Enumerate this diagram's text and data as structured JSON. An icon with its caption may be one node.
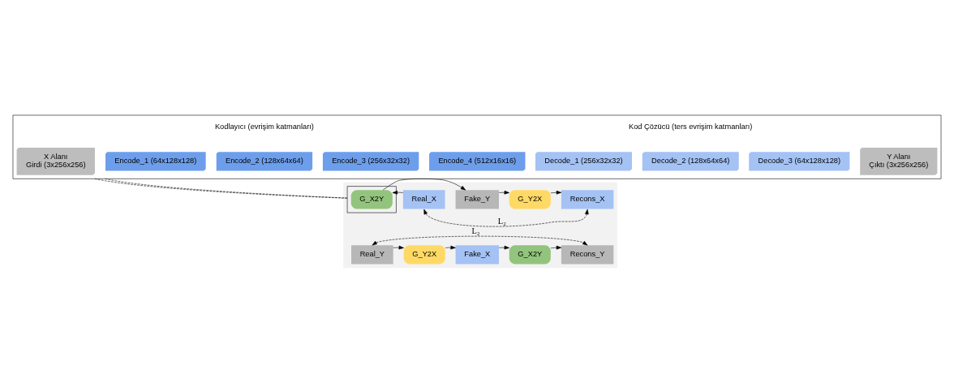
{
  "diagram": {
    "nodes": [
      {
        "text": [],
        "shape": "box"
      },
      {
        "text": [
          "X Alanı",
          "Girdi (3x256x256)"
        ],
        "in": 0
      },
      {
        "text": [
          "Encode_1 (64x128x128)"
        ],
        "in": 0
      },
      {
        "text": [
          "Encode_2 (128x64x64)"
        ],
        "in": 0
      },
      {
        "text": [
          "Encode_3 (256x32x32)"
        ],
        "in": 0
      },
      {
        "text": [
          "Encode_4 (512x16x16)"
        ],
        "in": 0
      },
      {
        "text": [
          "Decode_1 (256x32x32)"
        ],
        "in": 0
      },
      {
        "text": [
          "Decode_2 (128x64x64)"
        ],
        "in": 0
      },
      {
        "text": [
          "Decode_3 (64x128x128)"
        ],
        "in": 0
      },
      {
        "text": [
          "Y Alanı",
          "Çıktı (3x256x256)"
        ],
        "in": 0
      },
      {
        "text": [],
        "shape": "box"
      },
      {
        "text": [
          "Real_X"
        ],
        "in": 10
      },
      {
        "text": [],
        "shape": "box",
        "in": 10
      },
      {
        "text": [
          "G_X2Y"
        ],
        "in": 12
      },
      {
        "text": [
          "Fake_Y"
        ],
        "in": 10
      },
      {
        "text": [
          "G_Y2X"
        ],
        "in": 10
      },
      {
        "text": [
          "Recons_X"
        ],
        "in": 10
      },
      {
        "text": [
          "Real_Y"
        ],
        "in": 10
      },
      {
        "text": [
          "G_Y2X"
        ],
        "in": 10
      },
      {
        "text": [
          "Fake_X"
        ],
        "in": 10
      },
      {
        "text": [
          "G_X2Y"
        ],
        "in": 10
      },
      {
        "text": [
          "Recons_Y"
        ],
        "in": 10
      }
    ],
    "edges": [
      {
        "from": 11,
        "to": 13,
        "arrow": "to"
      },
      {
        "from": 13,
        "to": 14,
        "arrow": "to"
      },
      {
        "from": 14,
        "to": 15,
        "arrow": "to"
      },
      {
        "from": 15,
        "to": 16,
        "arrow": "to"
      },
      {
        "from": 11,
        "to": 16,
        "arrow": "both",
        "style": "dashed",
        "label": "L₂"
      },
      {
        "from": 17,
        "to": 21,
        "arrow": "both",
        "style": "dashed",
        "label": "L₂"
      },
      {
        "from": 17,
        "to": 18,
        "arrow": "to"
      },
      {
        "from": 18,
        "to": 19,
        "arrow": "to"
      },
      {
        "from": 19,
        "to": 20,
        "arrow": "to"
      },
      {
        "from": 20,
        "to": 21,
        "arrow": "to"
      },
      {
        "from": 0,
        "to": 12,
        "arrow": "none",
        "style": "dashed"
      },
      {
        "from": 0,
        "to": 12,
        "arrow": "none",
        "style": "dashed"
      }
    ],
    "labels": [
      "Kodlayıcı (evrişim katmanları)",
      "Kod Çözücü (ters evrişim katmanları)"
    ]
  }
}
